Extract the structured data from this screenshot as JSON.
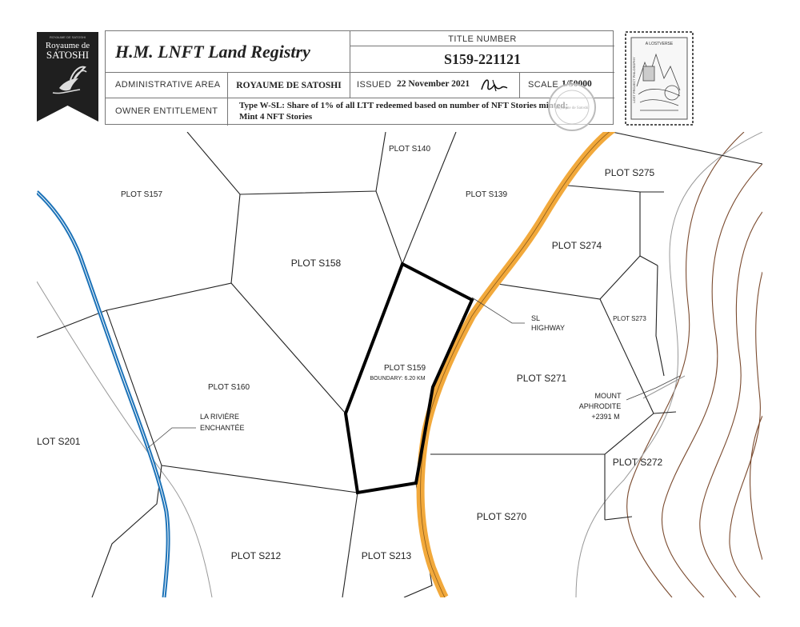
{
  "banner": {
    "small_text": "ROYAUME DE SATOSHI",
    "line1": "Royaume de",
    "line2": "SATOSHI"
  },
  "header": {
    "registry_title": "H.M. LNFT Land Registry",
    "title_number_label": "TITLE NUMBER",
    "title_number": "S159-221121",
    "admin_area_label": "ADMINISTRATIVE AREA",
    "admin_area_value": "ROYAUME DE SATOSHI",
    "issued_label": "ISSUED",
    "issued_value": "22 November 2021",
    "scale_label": "SCALE",
    "scale_value": "1/50000",
    "owner_label": "OWNER ENTITLEMENT",
    "owner_line1": "Type W-SL: Share of 1% of all LTT redeemed based on number of NFT Stories minted;",
    "owner_line2": "Mint 4 NFT Stories"
  },
  "stamp": {
    "text_top": "A LOSTVERSE",
    "text_side": "LOST PROJECT PHILOSOPHY"
  },
  "seal": {
    "text": "Royaume de Satoshi"
  },
  "map": {
    "plots": {
      "s140": "PLOT S140",
      "s139": "PLOT S139",
      "s275": "PLOT S275",
      "s157": "PLOT S157",
      "s158": "PLOT S158",
      "s274": "PLOT S274",
      "s273": "PLOT S273",
      "s159": "PLOT S159",
      "s159_boundary": "BOUNDARY: 6.20 KM",
      "s271": "PLOT S271",
      "s160": "PLOT S160",
      "s201": "LOT S201",
      "s272": "PLOT S272",
      "s270": "PLOT S270",
      "s212": "PLOT S212",
      "s213": "PLOT S213"
    },
    "features": {
      "highway_line1": "SL",
      "highway_line2": "HIGHWAY",
      "river_line1": "LA RIVIÈRE",
      "river_line2": "ENCHANTÉE",
      "mount_line1": "MOUNT",
      "mount_line2": "APHRODITE",
      "mount_line3": "+2391 M"
    },
    "colors": {
      "highway": "#f2a93b",
      "river": "#1d73b8",
      "contour": "#7a4a2e",
      "boundary": "#000000"
    }
  }
}
